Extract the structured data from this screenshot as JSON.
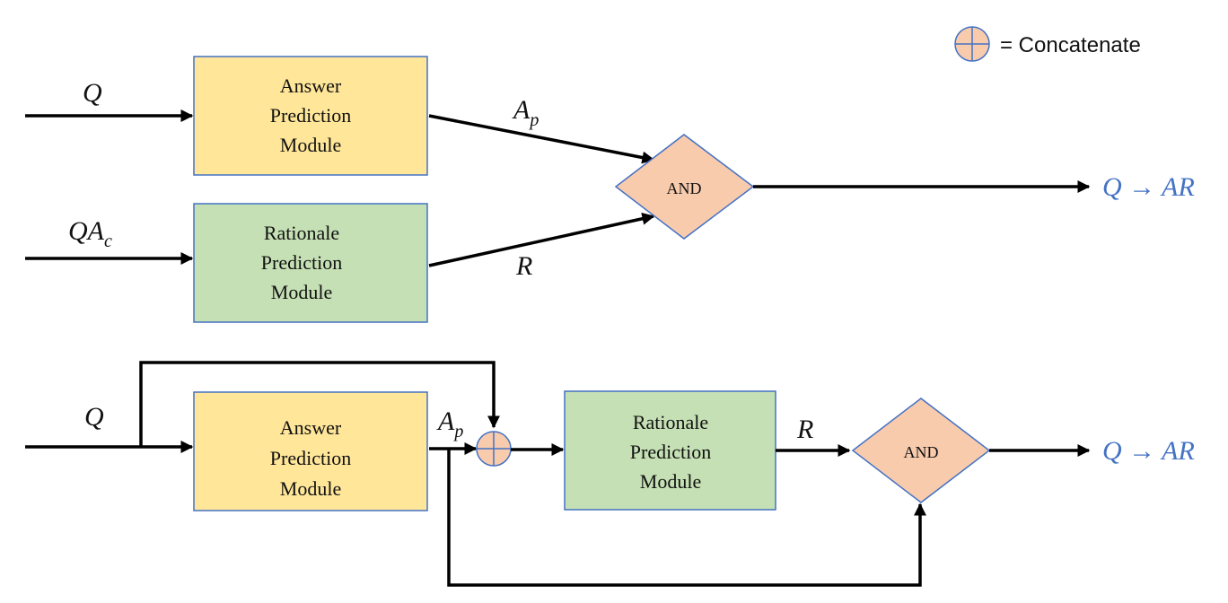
{
  "colors": {
    "answer_fill": "#ffe699",
    "answer_stroke": "#4472c4",
    "rationale_fill": "#c5e0b4",
    "rationale_stroke": "#4472c4",
    "and_fill": "#f8cbad",
    "and_stroke": "#4472c4",
    "output_text": "#4472c4",
    "line": "#000000"
  },
  "legend": {
    "icon": "concatenate-circle-plus-icon",
    "label": "= Concatenate"
  },
  "top": {
    "input_q": "Q",
    "input_qa": {
      "base": "QA",
      "sub": "c"
    },
    "answer_module": [
      "Answer",
      "Prediction",
      "Module"
    ],
    "rationale_module": [
      "Rationale",
      "Prediction",
      "Module"
    ],
    "ap_label": {
      "base": "A",
      "sub": "p"
    },
    "r_label": "R",
    "gate": "AND",
    "output": "Q → AR"
  },
  "bottom": {
    "input_q": "Q",
    "answer_module": [
      "Answer",
      "Prediction",
      "Module"
    ],
    "rationale_module": [
      "Rationale",
      "Prediction",
      "Module"
    ],
    "ap_label": {
      "base": "A",
      "sub": "p"
    },
    "r_label": "R",
    "gate": "AND",
    "output": "Q → AR"
  }
}
